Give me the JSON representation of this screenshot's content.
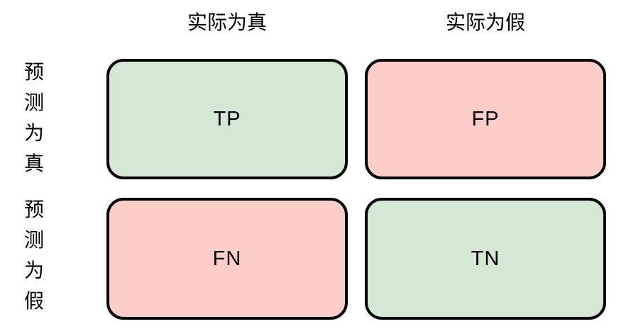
{
  "diagram": {
    "title": "confusion-matrix",
    "col_headers": [
      {
        "label": "实际为真"
      },
      {
        "label": "实际为假"
      }
    ],
    "row_headers": [
      {
        "label": "预测为真"
      },
      {
        "label": "预测为假"
      }
    ],
    "cells": [
      {
        "label": "TP",
        "tone": "green"
      },
      {
        "label": "FP",
        "tone": "pink"
      },
      {
        "label": "FN",
        "tone": "pink"
      },
      {
        "label": "TN",
        "tone": "green"
      }
    ],
    "colors": {
      "positive_fill": "#d5e8d4",
      "negative_fill": "#fdcdca",
      "border": "#000000",
      "background": "#ffffff",
      "text": "#000000"
    }
  }
}
